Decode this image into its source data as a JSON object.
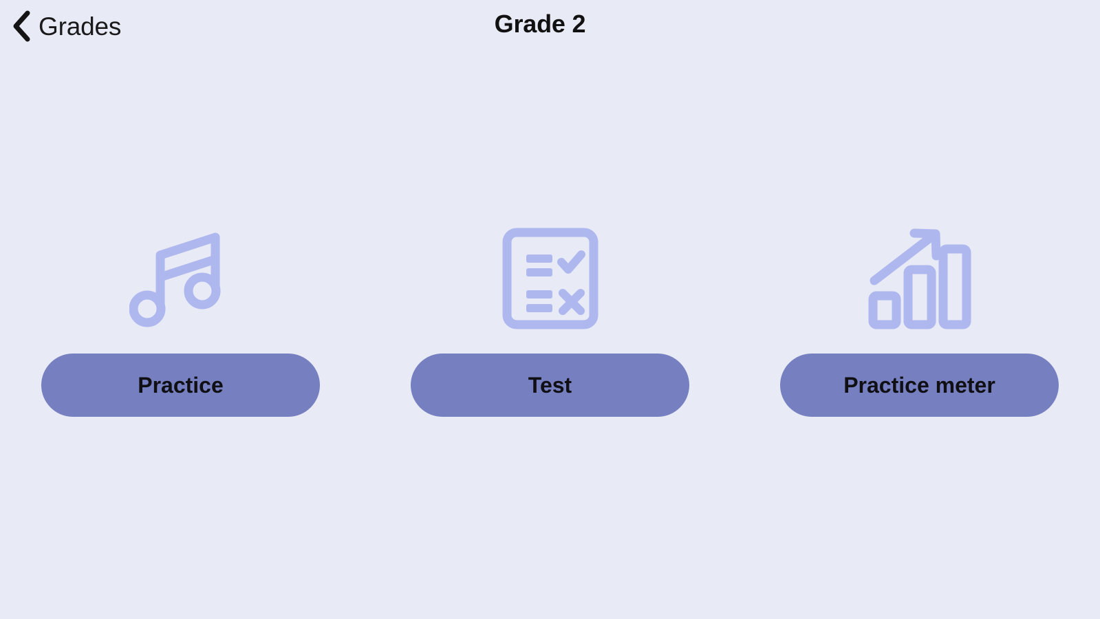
{
  "theme": {
    "background": "#e8eaf6",
    "button_fill": "#7680c0",
    "icon_color": "#aeb7ee",
    "text_dark": "#111111"
  },
  "header": {
    "back": {
      "icon": "chevron-left-icon",
      "label": "Grades"
    },
    "title": "Grade 2"
  },
  "main": {
    "cards": [
      {
        "icon": "music-note-icon",
        "button_label": "Practice"
      },
      {
        "icon": "test-checklist-icon",
        "button_label": "Test"
      },
      {
        "icon": "bar-chart-trend-icon",
        "button_label": "Practice meter"
      }
    ]
  }
}
